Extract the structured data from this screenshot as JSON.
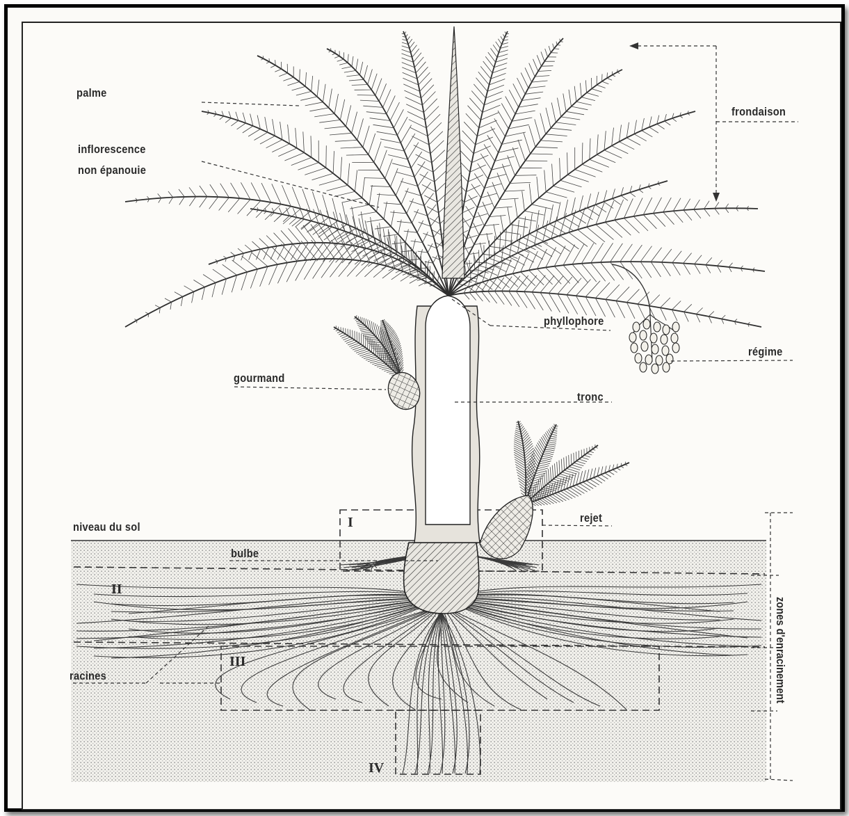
{
  "labels": {
    "palme": "palme",
    "inflorescence_l1": "inflorescence",
    "inflorescence_l2": "non épanouie",
    "frondaison": "frondaison",
    "phyllophore": "phyllophore",
    "regime": "régime",
    "gourmand": "gourmand",
    "tronc": "tronc",
    "rejet": "rejet",
    "niveau_du_sol": "niveau du sol",
    "bulbe": "bulbe",
    "racines": "racines",
    "zones": "zones d'enracinement"
  },
  "zones": [
    "I",
    "II",
    "III",
    "IV"
  ],
  "colors": {
    "ink": "#2a2a2a",
    "frame": "#000000",
    "soil_dots": "#8a8a8a",
    "paper": "#fcfbf8"
  }
}
